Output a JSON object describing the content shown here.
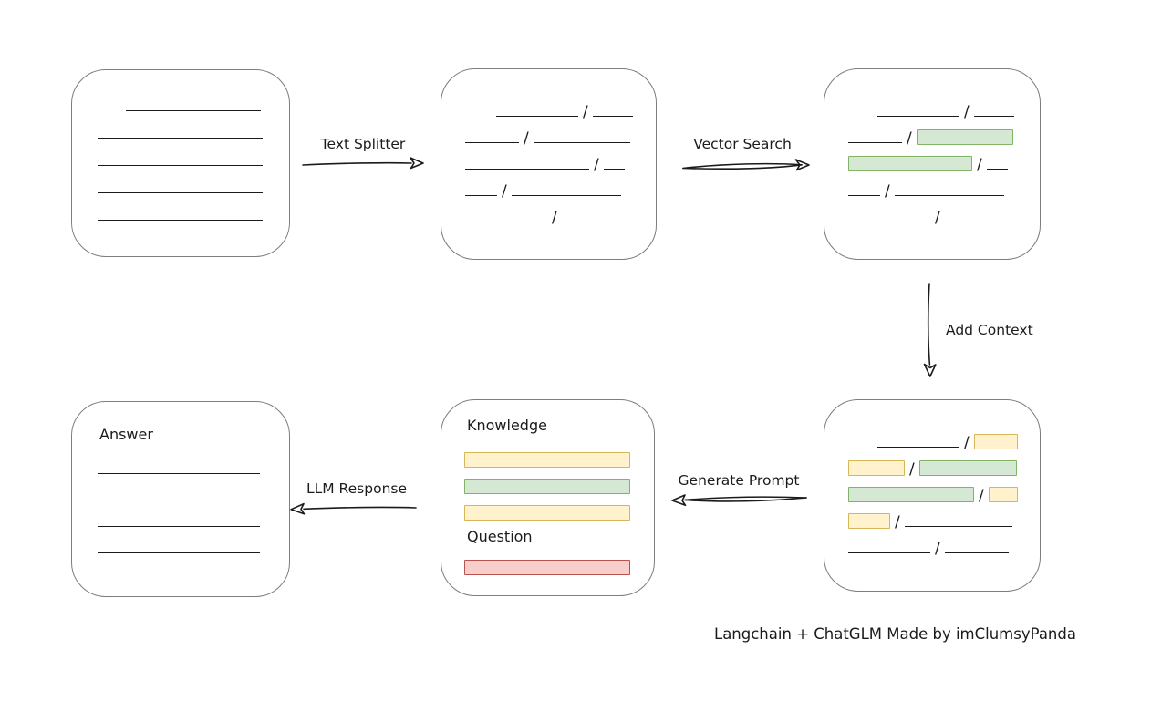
{
  "palette": {
    "ink": "#1b1b1b",
    "box_border": "#7d7d7d",
    "green_fill": "#d5e8d4",
    "green_border": "#82b366",
    "yellow_fill": "#fff2cc",
    "yellow_border": "#d6b656",
    "red_fill": "#f8cecc",
    "red_border": "#b85450"
  },
  "labels": {
    "text_splitter": "Text Splitter",
    "vector_search": "Vector Search",
    "add_context": "Add Context",
    "generate_prompt": "Generate Prompt",
    "llm_response": "LLM Response"
  },
  "document_box": {
    "lines": [
      {
        "ind": 31,
        "w": 148
      },
      {
        "w": 181
      },
      {
        "w": 181
      },
      {
        "w": 181
      },
      {
        "w": 181
      }
    ]
  },
  "chunks_box": {
    "rows": [
      [
        {
          "t": "line",
          "w": 90,
          "ind": 34
        },
        {
          "t": "slash"
        },
        {
          "t": "line",
          "w": 44
        }
      ],
      [
        {
          "t": "line",
          "w": 59
        },
        {
          "t": "slash"
        },
        {
          "t": "line",
          "w": 106
        }
      ],
      [
        {
          "t": "line",
          "w": 136
        },
        {
          "t": "slash"
        },
        {
          "t": "line",
          "w": 23
        }
      ],
      [
        {
          "t": "line",
          "w": 35
        },
        {
          "t": "slash"
        },
        {
          "t": "line",
          "w": 120
        }
      ],
      [
        {
          "t": "line",
          "w": 90
        },
        {
          "t": "slash"
        },
        {
          "t": "line",
          "w": 70
        }
      ]
    ]
  },
  "vector_box": {
    "rows": [
      [
        {
          "t": "line",
          "w": 90,
          "ind": 32
        },
        {
          "t": "slash"
        },
        {
          "t": "line",
          "w": 44
        }
      ],
      [
        {
          "t": "line",
          "w": 59
        },
        {
          "t": "slash"
        },
        {
          "t": "green",
          "w": 106
        }
      ],
      [
        {
          "t": "green",
          "w": 136
        },
        {
          "t": "slash"
        },
        {
          "t": "line",
          "w": 23
        }
      ],
      [
        {
          "t": "line",
          "w": 35
        },
        {
          "t": "slash"
        },
        {
          "t": "line",
          "w": 120
        }
      ],
      [
        {
          "t": "line",
          "w": 90
        },
        {
          "t": "slash"
        },
        {
          "t": "line",
          "w": 70
        }
      ]
    ]
  },
  "context_box": {
    "rows": [
      [
        {
          "t": "line",
          "w": 90,
          "ind": 32
        },
        {
          "t": "slash"
        },
        {
          "t": "yellow",
          "w": 48
        }
      ],
      [
        {
          "t": "yellow",
          "w": 62
        },
        {
          "t": "slash"
        },
        {
          "t": "green",
          "w": 107
        }
      ],
      [
        {
          "t": "green",
          "w": 138
        },
        {
          "t": "slash"
        },
        {
          "t": "yellow",
          "w": 32
        }
      ],
      [
        {
          "t": "yellow",
          "w": 46
        },
        {
          "t": "slash"
        },
        {
          "t": "line",
          "w": 118
        }
      ],
      [
        {
          "t": "line",
          "w": 90
        },
        {
          "t": "slash"
        },
        {
          "t": "line",
          "w": 70
        }
      ]
    ]
  },
  "prompt_box": {
    "knowledge_label": "Knowledge",
    "question_label": "Question",
    "knowledge_bars": [
      "yellow",
      "green",
      "yellow"
    ],
    "question_bars": [
      "red"
    ]
  },
  "answer_box": {
    "label": "Answer",
    "lines": [
      {
        "w": 178
      },
      {
        "w": 178
      },
      {
        "w": 178
      },
      {
        "w": 178
      }
    ]
  },
  "attribution": "Langchain + ChatGLM Made by imClumsyPanda"
}
